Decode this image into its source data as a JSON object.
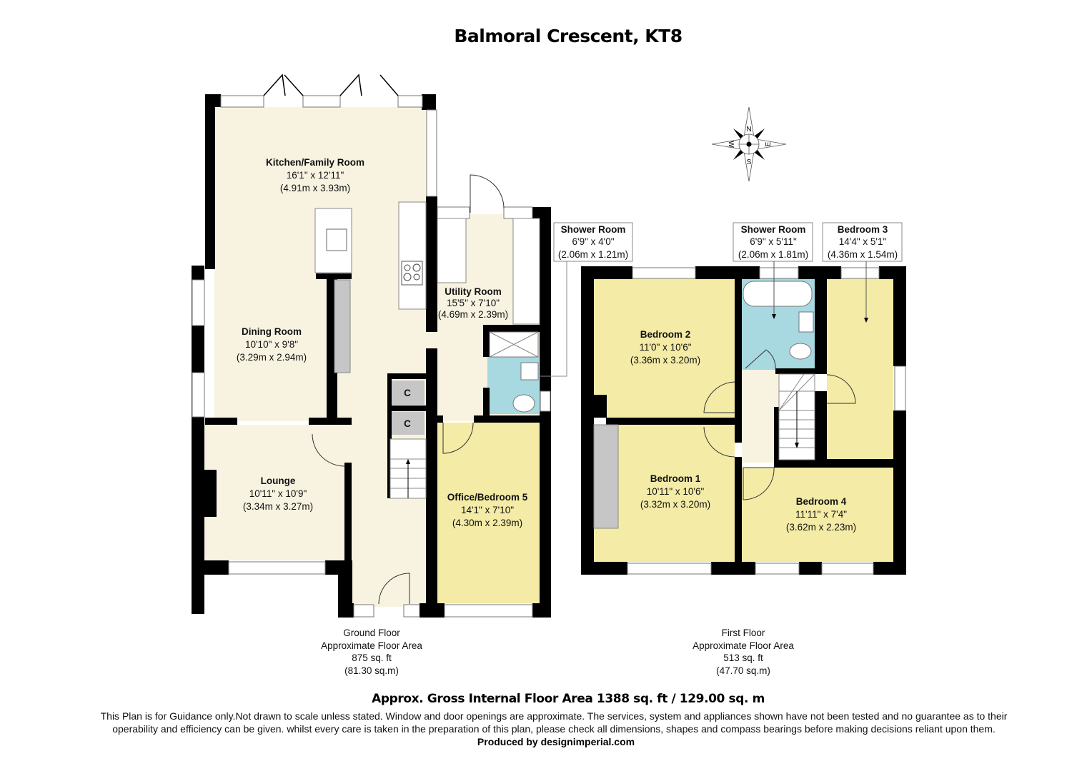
{
  "title": "Balmoral Crescent, KT8",
  "colors": {
    "wall": "#000000",
    "living_floor": "#f8f3e1",
    "bedroom_floor": "#f3eba6",
    "bathroom_floor": "#a8d8e0",
    "cupboard": "#c6c6c6",
    "window": "#ffffff"
  },
  "compass": {
    "north": "N",
    "south": "S",
    "east": "E",
    "west": "W"
  },
  "ground_floor": {
    "rooms": [
      {
        "name": "Kitchen/Family Room",
        "imperial": "16'1\" x 12'11\"",
        "metric": "(4.91m x 3.93m)"
      },
      {
        "name": "Dining Room",
        "imperial": "10'10\" x 9'8\"",
        "metric": "(3.29m x 2.94m)"
      },
      {
        "name": "Utility Room",
        "imperial": "15'5\" x 7'10\"",
        "metric": "(4.69m x 2.39m)"
      },
      {
        "name": "Lounge",
        "imperial": "10'11\" x 10'9\"",
        "metric": "(3.34m x 3.27m)"
      },
      {
        "name": "Office/Bedroom 5",
        "imperial": "14'1\" x 7'10\"",
        "metric": "(4.30m x 2.39m)"
      },
      {
        "name": "Shower Room",
        "imperial": "6'9\" x 4'0\"",
        "metric": "(2.06m x 1.21m)"
      }
    ],
    "cupboards": [
      "C",
      "C"
    ],
    "caption": {
      "floor": "Ground Floor",
      "label": "Approximate Floor Area",
      "sqft": "875 sq. ft",
      "sqm": "(81.30 sq.m)"
    }
  },
  "first_floor": {
    "rooms": [
      {
        "name": "Bedroom 2",
        "imperial": "11'0\" x 10'6\"",
        "metric": "(3.36m x 3.20m)"
      },
      {
        "name": "Shower Room",
        "imperial": "6'9\" x 5'11\"",
        "metric": "(2.06m x 1.81m)"
      },
      {
        "name": "Bedroom 3",
        "imperial": "14'4\" x 5'1\"",
        "metric": "(4.36m x 1.54m)"
      },
      {
        "name": "Bedroom 1",
        "imperial": "10'11\" x 10'6\"",
        "metric": "(3.32m x 3.20m)"
      },
      {
        "name": "Bedroom 4",
        "imperial": "11'11\" x 7'4\"",
        "metric": "(3.62m x 2.23m)"
      }
    ],
    "caption": {
      "floor": "First Floor",
      "label": "Approximate Floor Area",
      "sqft": "513 sq. ft",
      "sqm": "(47.70 sq.m)"
    }
  },
  "footer": {
    "gross_area": "Approx. Gross Internal Floor Area 1388 sq. ft /  129.00 sq. m",
    "disclaimer_line1": "This Plan is for Guidance only.Not drawn to scale unless stated. Window and door openings are approximate. The services, system and appliances shown have not been tested and no guarantee as to their",
    "disclaimer_line2": "operability and efficiency can be given. whilst every care is taken in the preparation of this plan, please check all dimensions, shapes and compass bearings before making decisions reliant upon them.",
    "produced_by": "Produced by designimperial.com"
  }
}
